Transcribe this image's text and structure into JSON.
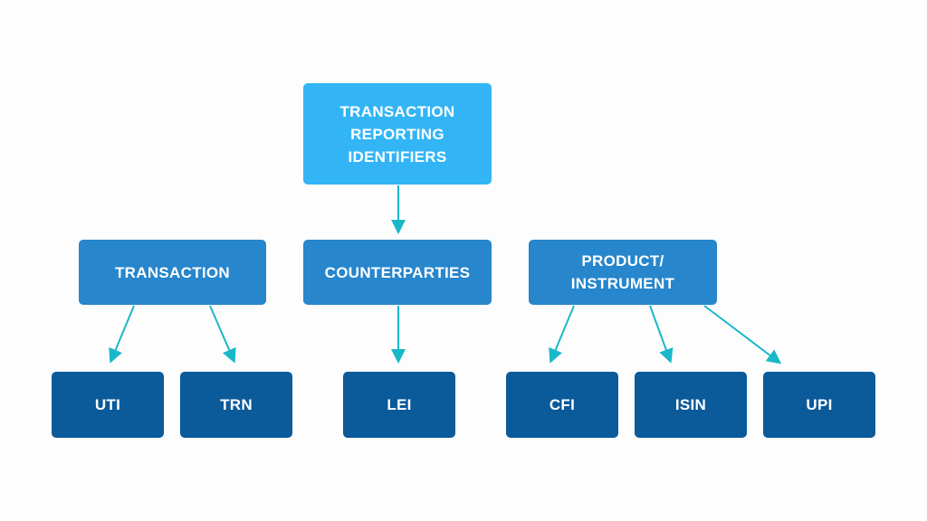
{
  "colors": {
    "root_fill": "#33b5f5",
    "category_fill": "#2786cc",
    "leaf_fill": "#0b5a9a",
    "arrow": "#19b8c9",
    "text": "#ffffff",
    "background": "#fdfdfd"
  },
  "root": {
    "label": "TRANSACTION\nREPORTING\nIDENTIFIERS"
  },
  "categories": [
    {
      "label": "TRANSACTION"
    },
    {
      "label": "COUNTERPARTIES"
    },
    {
      "label": "PRODUCT/\nINSTRUMENT"
    }
  ],
  "leaves": [
    {
      "label": "UTI"
    },
    {
      "label": "TRN"
    },
    {
      "label": "LEI"
    },
    {
      "label": "CFI"
    },
    {
      "label": "ISIN"
    },
    {
      "label": "UPI"
    }
  ]
}
